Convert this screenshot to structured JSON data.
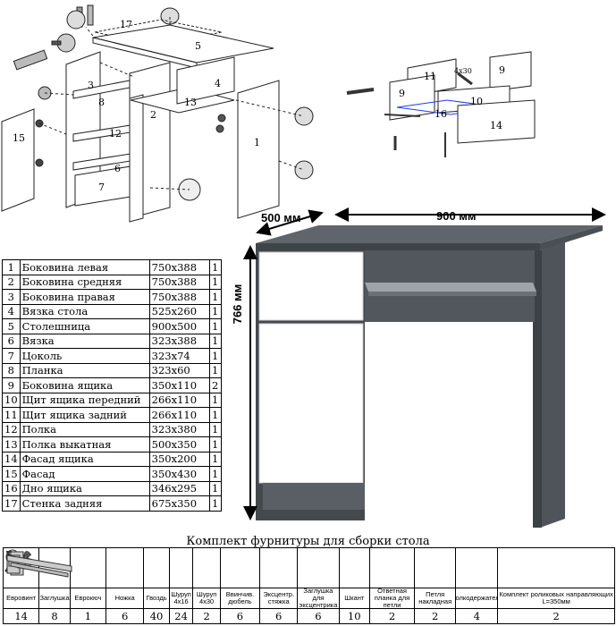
{
  "dimensions": {
    "depth": "500 мм",
    "width": "900 мм",
    "height": "766 мм"
  },
  "exploded_labels": [
    "17",
    "5",
    "3",
    "4",
    "8",
    "2",
    "13",
    "12",
    "1",
    "15",
    "6",
    "7"
  ],
  "drawer_labels": [
    "11",
    "9",
    "9",
    "10",
    "16",
    "14",
    "4x30"
  ],
  "parts": [
    {
      "n": "1",
      "name": "Боковина левая",
      "size": "750x388",
      "qty": "1"
    },
    {
      "n": "2",
      "name": "Боковина средняя",
      "size": "750x388",
      "qty": "1"
    },
    {
      "n": "3",
      "name": "Боковина правая",
      "size": "750x388",
      "qty": "1"
    },
    {
      "n": "4",
      "name": "Вязка стола",
      "size": "525x260",
      "qty": "1"
    },
    {
      "n": "5",
      "name": "Столешница",
      "size": "900x500",
      "qty": "1"
    },
    {
      "n": "6",
      "name": "Вязка",
      "size": "323x388",
      "qty": "1"
    },
    {
      "n": "7",
      "name": "Цоколь",
      "size": "323x74",
      "qty": "1"
    },
    {
      "n": "8",
      "name": "Планка",
      "size": "323x60",
      "qty": "1"
    },
    {
      "n": "9",
      "name": "Боковина ящика",
      "size": "350x110",
      "qty": "2"
    },
    {
      "n": "10",
      "name": "Щит ящика передний",
      "size": "266x110",
      "qty": "1"
    },
    {
      "n": "11",
      "name": "Щит ящика задний",
      "size": "266x110",
      "qty": "1"
    },
    {
      "n": "12",
      "name": "Полка",
      "size": "323x380",
      "qty": "1"
    },
    {
      "n": "13",
      "name": "Полка выкатная",
      "size": "500x350",
      "qty": "1"
    },
    {
      "n": "14",
      "name": "Фасад ящика",
      "size": "350x200",
      "qty": "1"
    },
    {
      "n": "15",
      "name": "Фасад",
      "size": "350x430",
      "qty": "1"
    },
    {
      "n": "16",
      "name": "Дно ящика",
      "size": "346x295",
      "qty": "1"
    },
    {
      "n": "17",
      "name": "Стенка задняя",
      "size": "675x350",
      "qty": "1"
    }
  ],
  "hardware_title": "Комплект фурнитуры для сборки стола",
  "hardware": [
    {
      "label": "Евровинт",
      "qty": "14",
      "icon": "eurovint-screw-icon"
    },
    {
      "label": "Заглушка",
      "qty": "8",
      "icon": "cap-icon"
    },
    {
      "label": "Еврокюч",
      "qty": "1",
      "icon": "hex-key-icon"
    },
    {
      "label": "Ножка",
      "qty": "6",
      "icon": "foot-pad-icon"
    },
    {
      "label": "Гвоздь",
      "qty": "40",
      "icon": "nail-icon"
    },
    {
      "label": "Шуруп 4x16",
      "qty": "24",
      "icon": "short-screw-icon"
    },
    {
      "label": "Шуруп 4x30",
      "qty": "2",
      "icon": "long-screw-icon"
    },
    {
      "label": "Ввинчив. дюбель",
      "qty": "6",
      "icon": "dowel-icon"
    },
    {
      "label": "Эксцентр. стяжка",
      "qty": "6",
      "icon": "eccentric-icon"
    },
    {
      "label": "Заглушка для эксцентрика",
      "qty": "6",
      "icon": "eccentric-cap-icon"
    },
    {
      "label": "Шкант",
      "qty": "10",
      "icon": "wood-dowel-icon"
    },
    {
      "label": "Ответная планка для петли",
      "qty": "2",
      "icon": "hinge-plate-icon"
    },
    {
      "label": "Петля накладная",
      "qty": "2",
      "icon": "hinge-icon"
    },
    {
      "label": "Полкодержатель",
      "qty": "4",
      "icon": "shelf-pin-icon"
    },
    {
      "label": "Комплект роликовых направляющих L=350мм",
      "qty": "2",
      "icon": "roller-rail-icon"
    }
  ]
}
